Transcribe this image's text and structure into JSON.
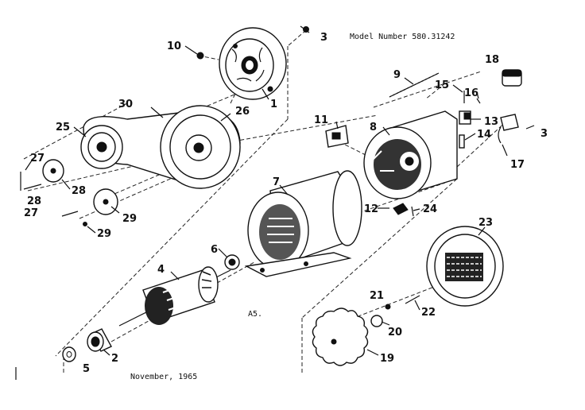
{
  "header": {
    "model_number": "Model Number 580.31242"
  },
  "footer": {
    "date": "November, 1965",
    "ref_code": "A5."
  },
  "callouts": [
    {
      "id": "c1",
      "text": "1"
    },
    {
      "id": "c2",
      "text": "2"
    },
    {
      "id": "c3a",
      "text": "3"
    },
    {
      "id": "c3b",
      "text": "3"
    },
    {
      "id": "c4",
      "text": "4"
    },
    {
      "id": "c5",
      "text": "5"
    },
    {
      "id": "c6",
      "text": "6"
    },
    {
      "id": "c7",
      "text": "7"
    },
    {
      "id": "c8",
      "text": "8"
    },
    {
      "id": "c9",
      "text": "9"
    },
    {
      "id": "c10",
      "text": "10"
    },
    {
      "id": "c11",
      "text": "11"
    },
    {
      "id": "c12",
      "text": "12"
    },
    {
      "id": "c13",
      "text": "13"
    },
    {
      "id": "c14",
      "text": "14"
    },
    {
      "id": "c15",
      "text": "15"
    },
    {
      "id": "c16",
      "text": "16"
    },
    {
      "id": "c17",
      "text": "17"
    },
    {
      "id": "c18",
      "text": "18"
    },
    {
      "id": "c19",
      "text": "19"
    },
    {
      "id": "c20",
      "text": "20"
    },
    {
      "id": "c21",
      "text": "21"
    },
    {
      "id": "c22",
      "text": "22"
    },
    {
      "id": "c23",
      "text": "23"
    },
    {
      "id": "c24",
      "text": "24"
    },
    {
      "id": "c25",
      "text": "25"
    },
    {
      "id": "c26",
      "text": "26"
    },
    {
      "id": "c27a",
      "text": "27"
    },
    {
      "id": "c27b",
      "text": "27"
    },
    {
      "id": "c28a",
      "text": "28"
    },
    {
      "id": "c28b",
      "text": "28"
    },
    {
      "id": "c29a",
      "text": "29"
    },
    {
      "id": "c29b",
      "text": "29"
    },
    {
      "id": "c30",
      "text": "30"
    }
  ]
}
